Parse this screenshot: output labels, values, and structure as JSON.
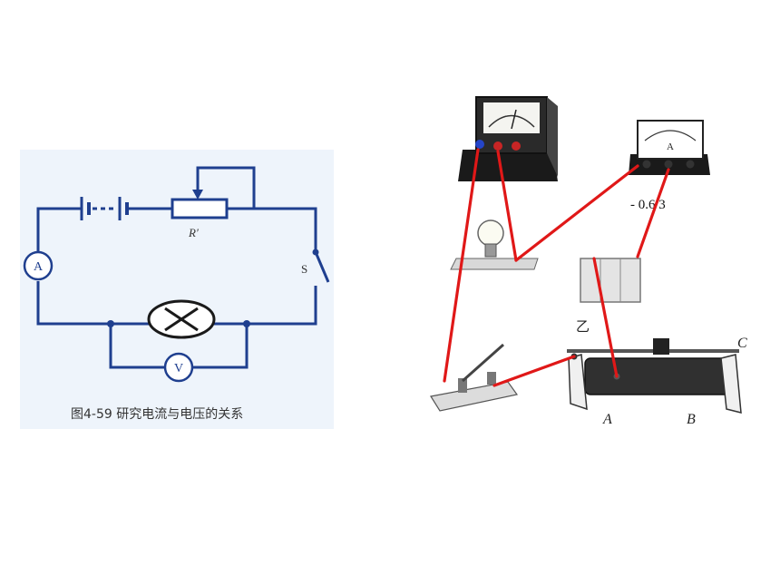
{
  "left_diagram": {
    "ammeter_label": "A",
    "voltmeter_label": "V",
    "rheostat_label": "R′",
    "switch_label": "S",
    "caption": "图4-59   研究电流与电压的关系"
  },
  "right_diagram": {
    "ammeter_face_label": "A",
    "ammeter_terminals": "- 0.6 3",
    "battery_label": "乙",
    "rheostat_terminal_a": "A",
    "rheostat_terminal_b": "B",
    "rheostat_terminal_c": "C"
  },
  "colors": {
    "schematic_wire": "#1f3f8f",
    "connection_wire": "#e01818",
    "panel_bg": "#eef4fb"
  }
}
